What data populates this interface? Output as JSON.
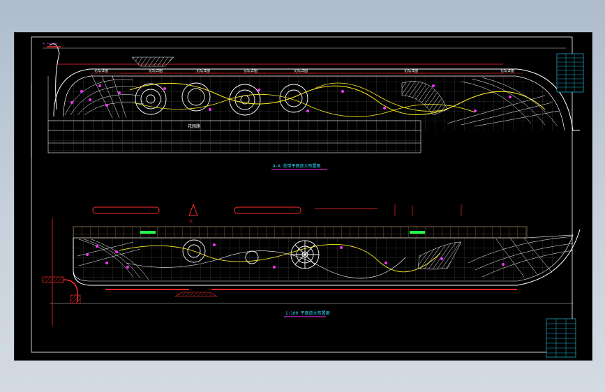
{
  "colors": {
    "background": "#000000",
    "frame": "#ffffff",
    "red": "#ff2a2a",
    "yellow": "#ffee22",
    "magenta": "#ff33ff",
    "cyan": "#22ddff",
    "white": "#ffffff",
    "tan": "#c8a870",
    "green": "#22ff44"
  },
  "icons": {
    "north_arrow": "triangle-north-arrow-icon"
  },
  "sheet": {
    "top_plan_title": "A-A 花带平面放大布置图",
    "bottom_plan_title": "1:100 平面放大布置图",
    "road_label": "花园路",
    "north_label": "北",
    "top_callouts": [
      "花坛详图",
      "花坛详图",
      "花坛详图",
      "花坛详图",
      "花坛详图",
      "花坛详图",
      "花坛详图"
    ]
  }
}
